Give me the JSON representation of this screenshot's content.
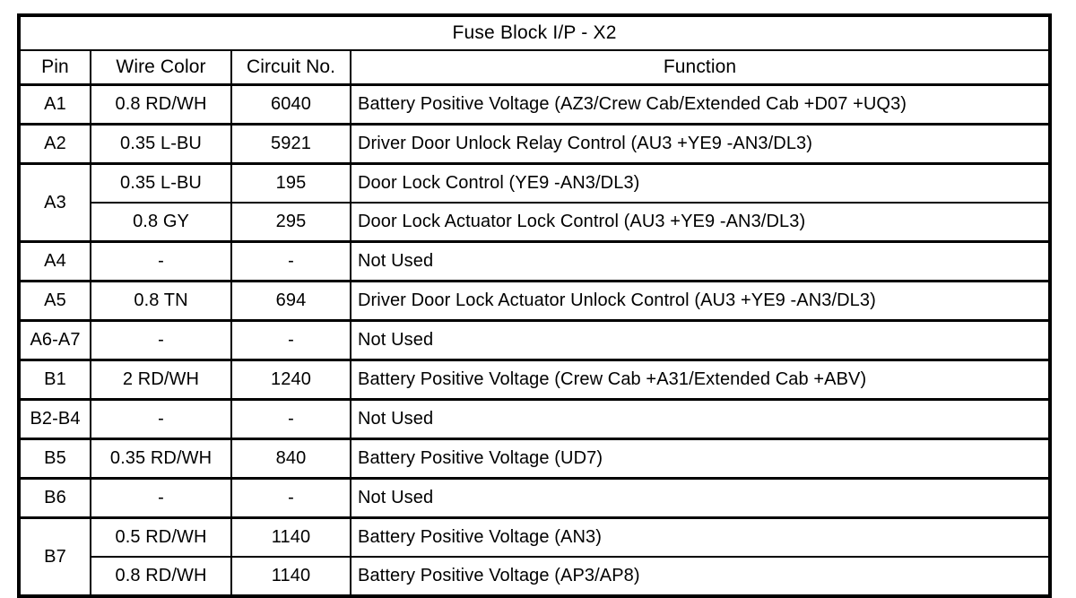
{
  "table": {
    "title": "Fuse Block I/P - X2",
    "columns": [
      {
        "key": "pin",
        "label": "Pin"
      },
      {
        "key": "wire_color",
        "label": "Wire Color"
      },
      {
        "key": "circuit_no",
        "label": "Circuit No."
      },
      {
        "key": "function",
        "label": "Function"
      }
    ],
    "rows": [
      {
        "pin": "A1",
        "lines": [
          {
            "wire_color": "0.8 RD/WH",
            "circuit_no": "6040",
            "function": "Battery Positive Voltage (AZ3/Crew Cab/Extended Cab +D07 +UQ3)"
          }
        ]
      },
      {
        "pin": "A2",
        "lines": [
          {
            "wire_color": "0.35 L-BU",
            "circuit_no": "5921",
            "function": "Driver Door Unlock Relay Control (AU3 +YE9 -AN3/DL3)"
          }
        ]
      },
      {
        "pin": "A3",
        "lines": [
          {
            "wire_color": "0.35 L-BU",
            "circuit_no": "195",
            "function": "Door Lock Control (YE9 -AN3/DL3)"
          },
          {
            "wire_color": "0.8 GY",
            "circuit_no": "295",
            "function": "Door Lock Actuator Lock Control (AU3 +YE9 -AN3/DL3)"
          }
        ]
      },
      {
        "pin": "A4",
        "lines": [
          {
            "wire_color": "-",
            "circuit_no": "-",
            "function": "Not Used"
          }
        ]
      },
      {
        "pin": "A5",
        "lines": [
          {
            "wire_color": "0.8 TN",
            "circuit_no": "694",
            "function": "Driver Door Lock Actuator Unlock Control (AU3 +YE9 -AN3/DL3)"
          }
        ]
      },
      {
        "pin": "A6-A7",
        "lines": [
          {
            "wire_color": "-",
            "circuit_no": "-",
            "function": "Not Used"
          }
        ]
      },
      {
        "pin": "B1",
        "lines": [
          {
            "wire_color": "2 RD/WH",
            "circuit_no": "1240",
            "function": "Battery Positive Voltage (Crew Cab +A31/Extended Cab +ABV)"
          }
        ]
      },
      {
        "pin": "B2-B4",
        "lines": [
          {
            "wire_color": "-",
            "circuit_no": "-",
            "function": "Not Used"
          }
        ]
      },
      {
        "pin": "B5",
        "lines": [
          {
            "wire_color": "0.35 RD/WH",
            "circuit_no": "840",
            "function": "Battery Positive Voltage (UD7)"
          }
        ]
      },
      {
        "pin": "B6",
        "lines": [
          {
            "wire_color": "-",
            "circuit_no": "-",
            "function": "Not Used"
          }
        ]
      },
      {
        "pin": "B7",
        "lines": [
          {
            "wire_color": "0.5 RD/WH",
            "circuit_no": "1140",
            "function": "Battery Positive Voltage (AN3)"
          },
          {
            "wire_color": "0.8 RD/WH",
            "circuit_no": "1140",
            "function": "Battery Positive Voltage (AP3/AP8)"
          }
        ]
      }
    ]
  },
  "colors": {
    "border": "#000000",
    "background": "#ffffff",
    "text": "#000000"
  }
}
